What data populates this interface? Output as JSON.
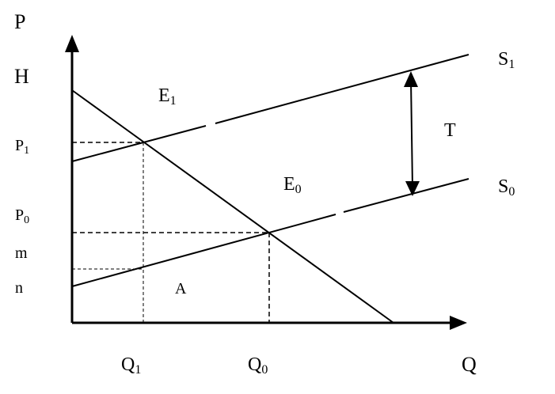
{
  "axes": {
    "y_label": "P",
    "x_label": "Q"
  },
  "y_ticks": {
    "h": "H",
    "p1_base": "P",
    "p1_sub": "1",
    "p0_base": "P",
    "p0_sub": "0",
    "m": "m",
    "n": "n"
  },
  "x_ticks": {
    "q1_base": "Q",
    "q1_sub": "1",
    "q0_base": "Q",
    "q0_sub": "0"
  },
  "curves": {
    "s1_base": "S",
    "s1_sub": "1",
    "s0_base": "S",
    "s0_sub": "0"
  },
  "points": {
    "e1_base": "E",
    "e1_sub": "1",
    "e0_base": "E",
    "e0_sub": "0"
  },
  "annotations": {
    "tax": "T",
    "area": "A"
  },
  "colors": {
    "ink": "#000000",
    "background": "#ffffff"
  }
}
